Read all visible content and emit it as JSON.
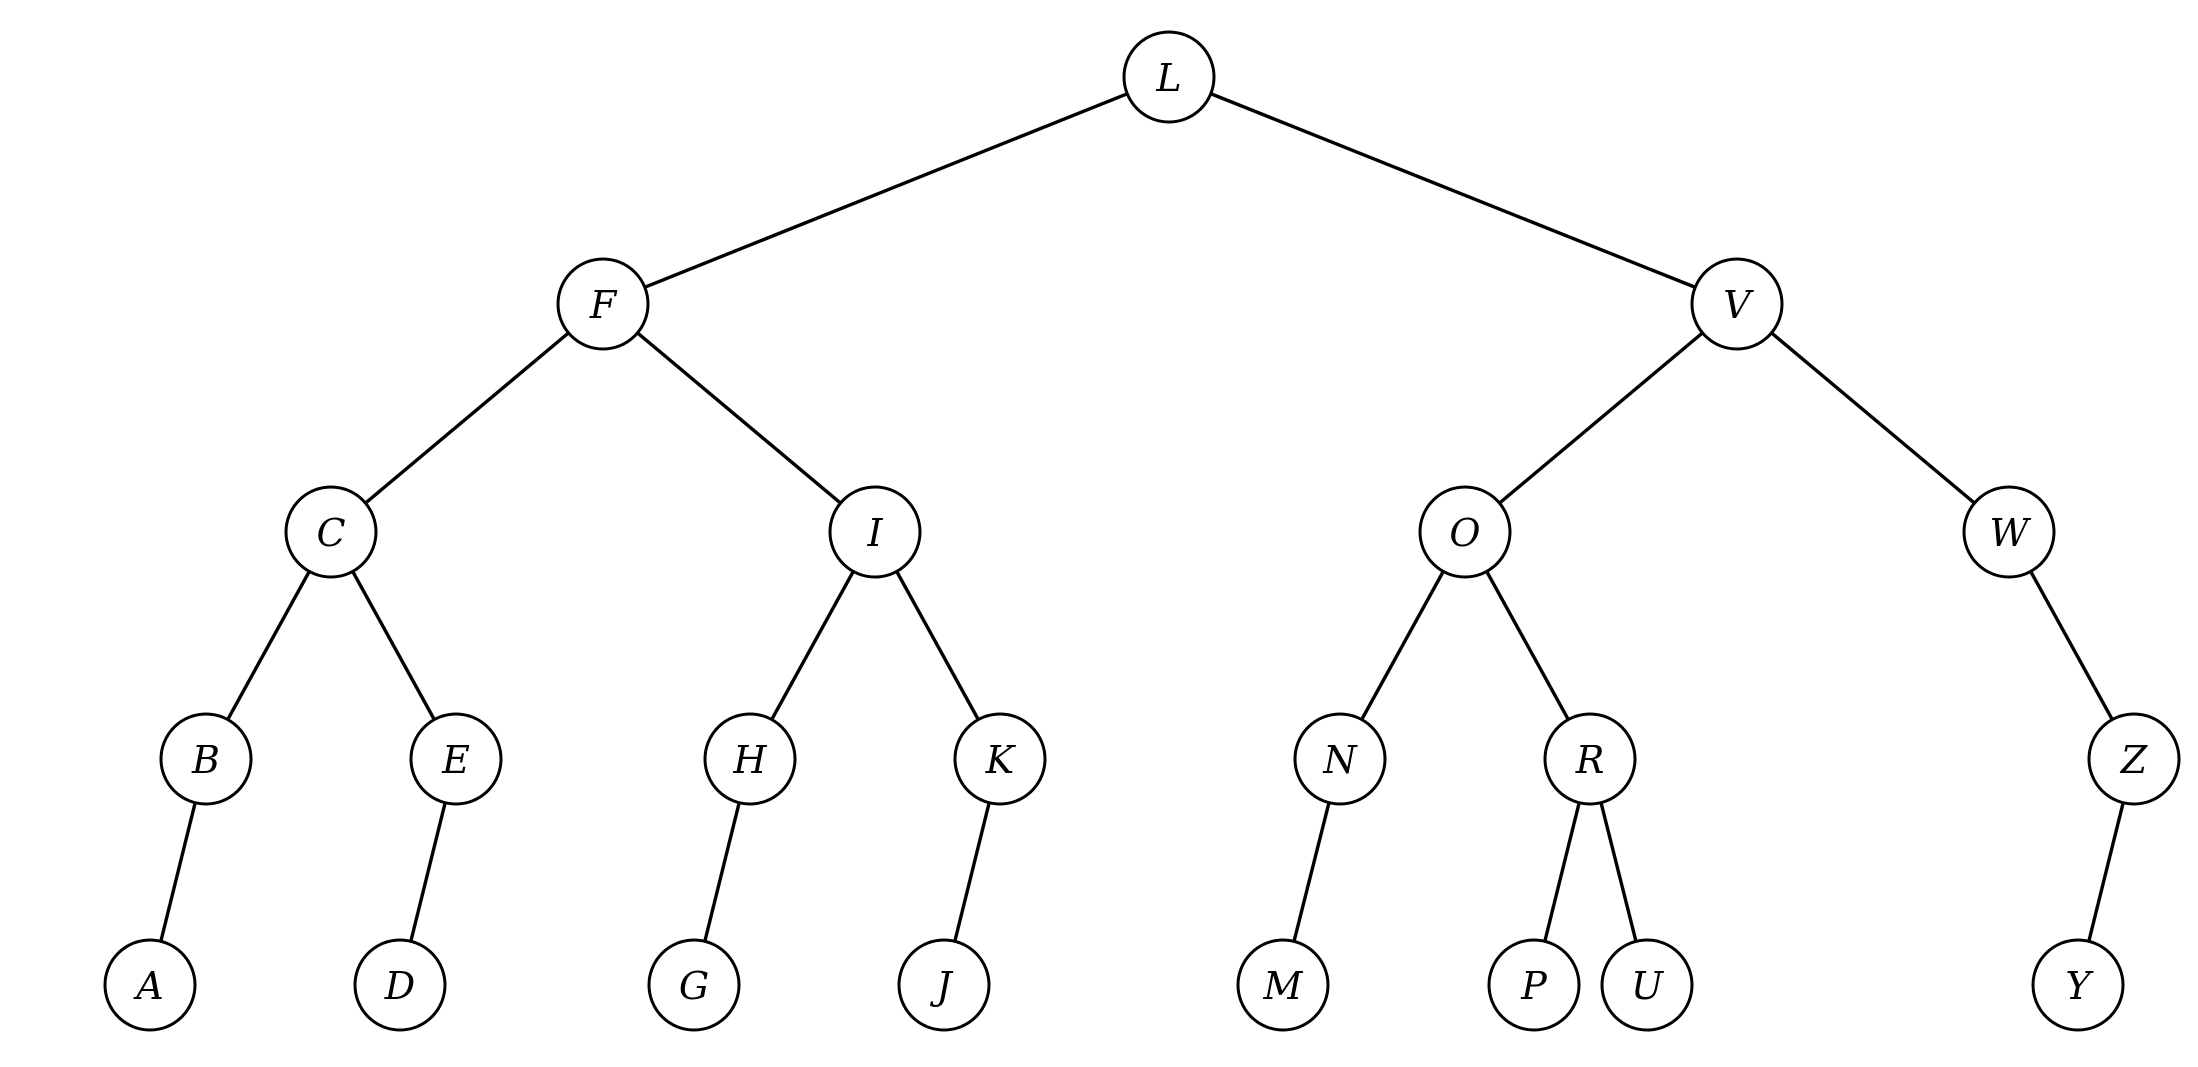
{
  "tree": {
    "nodes": [
      {
        "id": "L",
        "label": "L"
      },
      {
        "id": "F",
        "label": "F"
      },
      {
        "id": "V",
        "label": "V"
      },
      {
        "id": "C",
        "label": "C"
      },
      {
        "id": "I",
        "label": "I"
      },
      {
        "id": "O",
        "label": "O"
      },
      {
        "id": "W",
        "label": "W"
      },
      {
        "id": "B",
        "label": "B"
      },
      {
        "id": "E",
        "label": "E"
      },
      {
        "id": "H",
        "label": "H"
      },
      {
        "id": "K",
        "label": "K"
      },
      {
        "id": "N",
        "label": "N"
      },
      {
        "id": "R",
        "label": "R"
      },
      {
        "id": "Z",
        "label": "Z"
      },
      {
        "id": "A",
        "label": "A"
      },
      {
        "id": "D",
        "label": "D"
      },
      {
        "id": "G",
        "label": "G"
      },
      {
        "id": "J",
        "label": "J"
      },
      {
        "id": "M",
        "label": "M"
      },
      {
        "id": "P",
        "label": "P"
      },
      {
        "id": "U",
        "label": "U"
      },
      {
        "id": "Y",
        "label": "Y"
      }
    ],
    "edges": [
      {
        "from": "L",
        "to": "F"
      },
      {
        "from": "L",
        "to": "V"
      },
      {
        "from": "F",
        "to": "C"
      },
      {
        "from": "F",
        "to": "I"
      },
      {
        "from": "V",
        "to": "O"
      },
      {
        "from": "V",
        "to": "W"
      },
      {
        "from": "C",
        "to": "B"
      },
      {
        "from": "C",
        "to": "E"
      },
      {
        "from": "I",
        "to": "H"
      },
      {
        "from": "I",
        "to": "K"
      },
      {
        "from": "O",
        "to": "N"
      },
      {
        "from": "O",
        "to": "R"
      },
      {
        "from": "W",
        "to": "Z"
      },
      {
        "from": "B",
        "to": "A"
      },
      {
        "from": "E",
        "to": "D"
      },
      {
        "from": "H",
        "to": "G"
      },
      {
        "from": "K",
        "to": "J"
      },
      {
        "from": "N",
        "to": "M"
      },
      {
        "from": "R",
        "to": "P"
      },
      {
        "from": "R",
        "to": "U"
      },
      {
        "from": "Z",
        "to": "Y"
      }
    ]
  }
}
